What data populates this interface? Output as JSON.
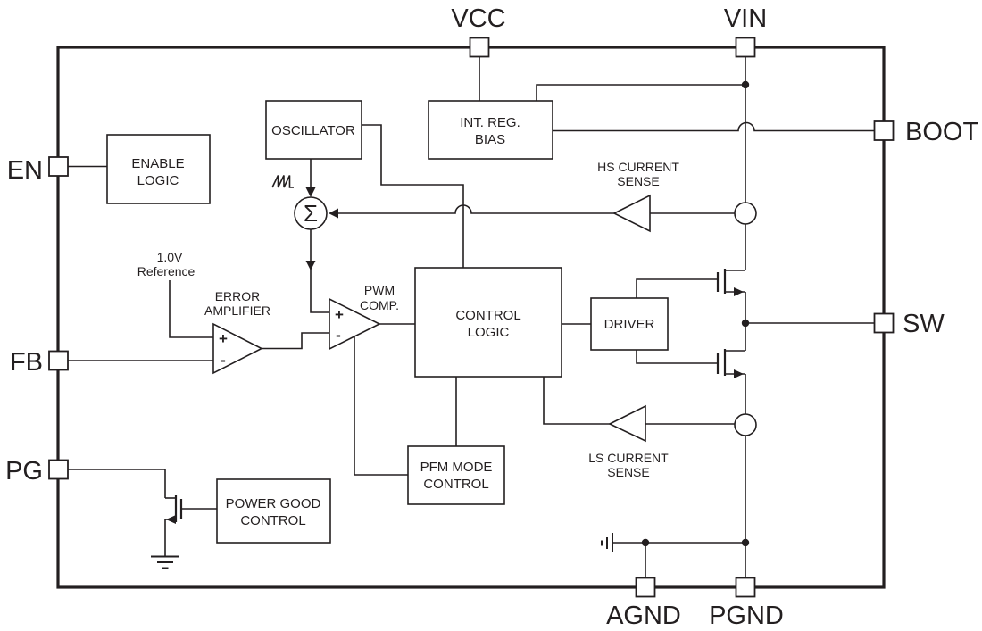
{
  "colors": {
    "ink": "#231f20",
    "background": "#ffffff"
  },
  "pins": {
    "vcc": "VCC",
    "vin": "VIN",
    "boot": "BOOT",
    "sw": "SW",
    "en": "EN",
    "fb": "FB",
    "pg": "PG",
    "agnd": "AGND",
    "pgnd": "PGND"
  },
  "blocks": {
    "enable_logic": {
      "line1": "ENABLE",
      "line2": "LOGIC"
    },
    "oscillator": {
      "line1": "OSCILLATOR"
    },
    "int_reg_bias": {
      "line1": "INT. REG.",
      "line2": "BIAS"
    },
    "control_logic": {
      "line1": "CONTROL",
      "line2": "LOGIC"
    },
    "driver": {
      "line1": "DRIVER"
    },
    "pfm_mode_control": {
      "line1": "PFM MODE",
      "line2": "CONTROL"
    },
    "power_good_control": {
      "line1": "POWER GOOD",
      "line2": "CONTROL"
    }
  },
  "annotations": {
    "hs_current_sense": {
      "line1": "HS CURRENT",
      "line2": "SENSE"
    },
    "ls_current_sense": {
      "line1": "LS CURRENT",
      "line2": "SENSE"
    },
    "reference": {
      "line1": "1.0V",
      "line2": "Reference"
    },
    "error_amplifier": {
      "line1": "ERROR",
      "line2": "AMPLIFIER"
    },
    "pwm_comparator": {
      "line1": "PWM",
      "line2": "COMP."
    },
    "summing_node": "Σ",
    "plus": "+",
    "minus": "-"
  }
}
